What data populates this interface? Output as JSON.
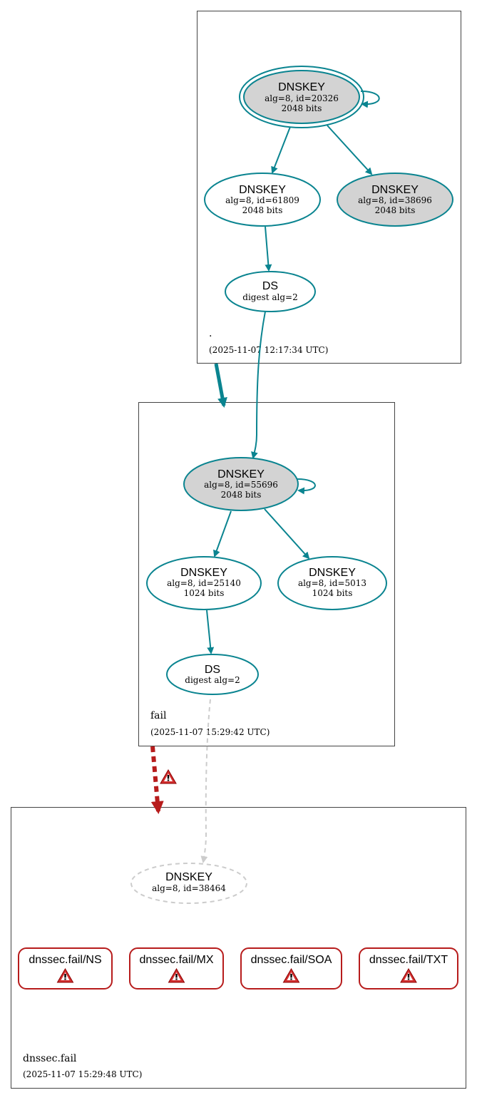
{
  "colors": {
    "valid": "#0a8490",
    "bogus": "#b71c1c",
    "insecure": "#cccccc",
    "sep_fill": "#d3d3d3",
    "warn_fill": "#d32f2f"
  },
  "zones": {
    "root": {
      "label": ".",
      "timestamp": "(2025-11-07 12:17:34 UTC)"
    },
    "fail": {
      "label": "fail",
      "timestamp": "(2025-11-07 15:29:42 UTC)"
    },
    "dnssec_fail": {
      "label": "dnssec.fail",
      "timestamp": "(2025-11-07 15:29:48 UTC)"
    }
  },
  "nodes": {
    "root_ksk": {
      "title": "DNSKEY",
      "line1": "alg=8, id=20326",
      "line2": "2048 bits"
    },
    "root_zsk1": {
      "title": "DNSKEY",
      "line1": "alg=8, id=61809",
      "line2": "2048 bits"
    },
    "root_zsk2": {
      "title": "DNSKEY",
      "line1": "alg=8, id=38696",
      "line2": "2048 bits"
    },
    "root_ds": {
      "title": "DS",
      "line1": "digest alg=2"
    },
    "fail_ksk": {
      "title": "DNSKEY",
      "line1": "alg=8, id=55696",
      "line2": "2048 bits"
    },
    "fail_zsk1": {
      "title": "DNSKEY",
      "line1": "alg=8, id=25140",
      "line2": "1024 bits"
    },
    "fail_zsk2": {
      "title": "DNSKEY",
      "line1": "alg=8, id=5013",
      "line2": "1024 bits"
    },
    "fail_ds": {
      "title": "DS",
      "line1": "digest alg=2"
    },
    "dnssec_key": {
      "title": "DNSKEY",
      "line1": "alg=8, id=38464"
    }
  },
  "rrsets": [
    {
      "label": "dnssec.fail/NS"
    },
    {
      "label": "dnssec.fail/MX"
    },
    {
      "label": "dnssec.fail/SOA"
    },
    {
      "label": "dnssec.fail/TXT"
    }
  ]
}
